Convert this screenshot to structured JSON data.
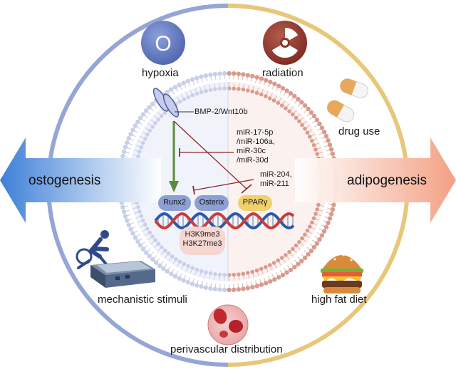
{
  "left_arrow": {
    "label": "ostogenesis"
  },
  "right_arrow": {
    "label": "adipogenesis"
  },
  "factors": {
    "hypoxia": {
      "label": "hypoxia",
      "icon_letter": "O"
    },
    "radiation": {
      "label": "radiation"
    },
    "drug_use": {
      "label": "drug use"
    },
    "high_fat_diet": {
      "label": "high fat diet"
    },
    "mechanistic_stimuli": {
      "label": "mechanistic stimuli"
    },
    "perivascular": {
      "label": "perivascular distribution"
    }
  },
  "signals": {
    "receptor_label": "BMP-2/Wnt10b",
    "mir_group1": [
      "miR-17-5p",
      "/miR-106a,",
      "miR-30c",
      "/miR-30d"
    ],
    "mir_group2": [
      "miR-204,",
      "miR-211"
    ]
  },
  "transcription_factors": {
    "runx2": "Runx2",
    "osterix": "Osterix",
    "ppar": "PPARγ"
  },
  "histone_marks": [
    "H3K9me3",
    "H3K27me3"
  ],
  "colors": {
    "osteo": "#8d9fd3",
    "adipo": "#e9c97a",
    "left_arrow": "#4a86d8",
    "right_arrow": "#f3a98c",
    "promote": "#5b8c3c",
    "inhibit": "#8c2b2b"
  }
}
